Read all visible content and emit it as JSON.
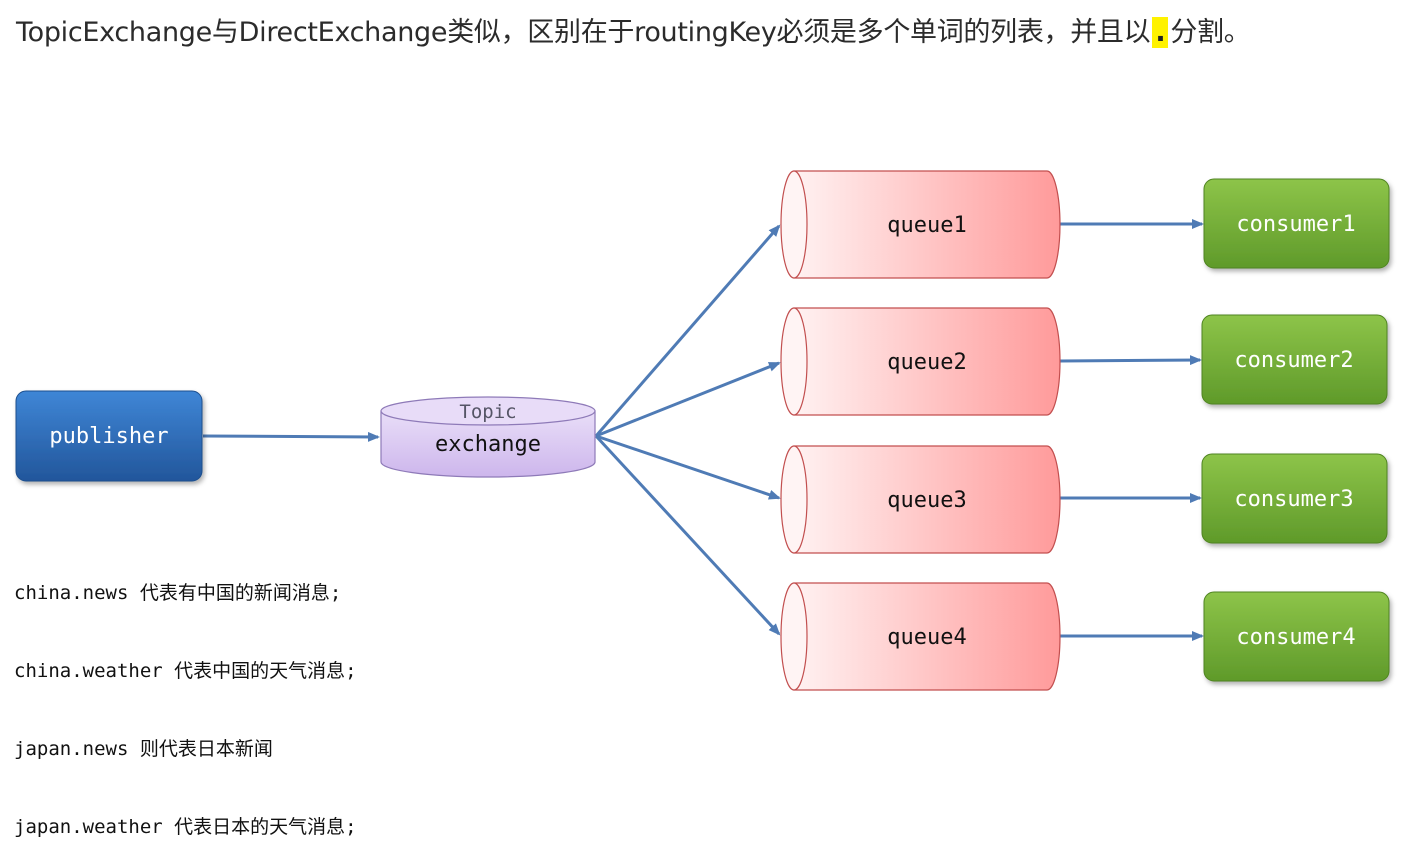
{
  "header": {
    "text_before": "TopicExchange与DirectExchange类似，区别在于routingKey必须是多个单词的列表，并且以",
    "highlight": ".",
    "text_after": "分割。"
  },
  "publisher": {
    "label": "publisher"
  },
  "exchange": {
    "type_label": "Topic",
    "label": "exchange"
  },
  "queues": [
    {
      "label": "queue1"
    },
    {
      "label": "queue2"
    },
    {
      "label": "queue3"
    },
    {
      "label": "queue4"
    }
  ],
  "consumers": [
    {
      "label": "consumer1"
    },
    {
      "label": "consumer2"
    },
    {
      "label": "consumer3"
    },
    {
      "label": "consumer4"
    }
  ],
  "notes": [
    "china.news 代表有中国的新闻消息;",
    "china.weather 代表中国的天气消息;",
    "japan.news 则代表日本新闻",
    "japan.weather 代表日本的天气消息;"
  ],
  "colors": {
    "publisher": "#2f6db8",
    "exchange": "#d7c6f0",
    "queue": "#ff9c9c",
    "consumer": "#72ad35",
    "arrow": "#4f7bb5"
  }
}
